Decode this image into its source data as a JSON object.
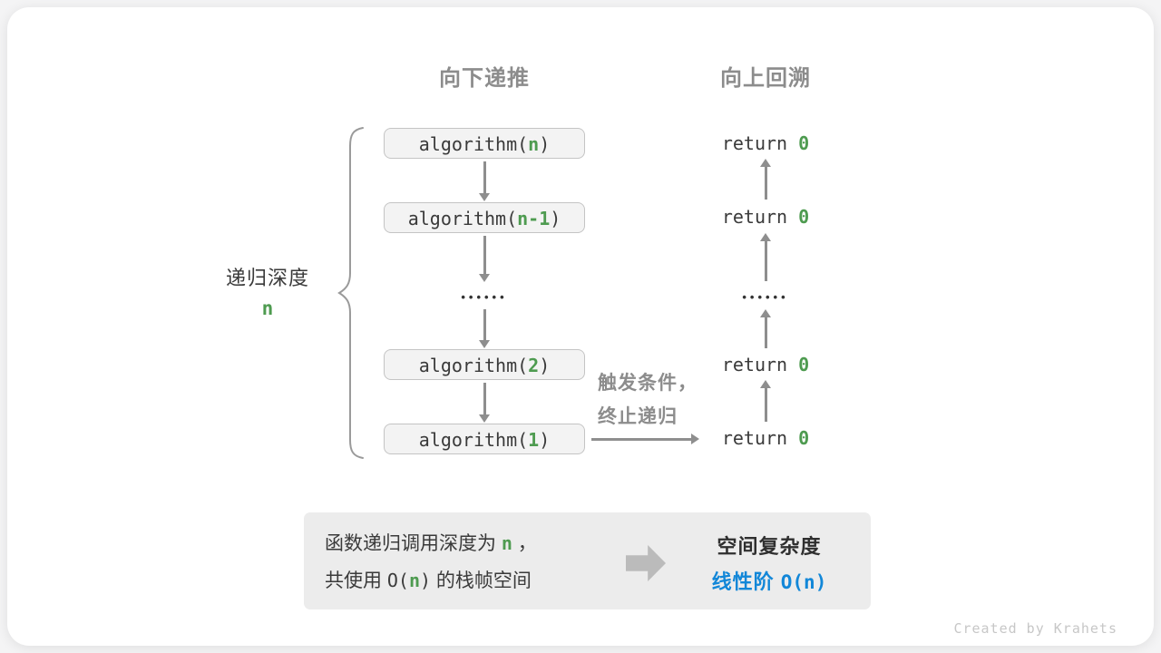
{
  "colors": {
    "green": "#4e9b50",
    "blue": "#1287d8",
    "gray_text": "#8c8c8c",
    "dark_text": "#3a3a3a",
    "box_bg": "#f3f3f3",
    "box_border": "#c4c4c4",
    "summary_bg": "#ececec"
  },
  "headers": {
    "down": "向下递推",
    "up": "向上回溯"
  },
  "depth_label": {
    "text": "递归深度",
    "value": "n"
  },
  "call_stack": {
    "frames": [
      {
        "pre": "algorithm(",
        "arg": "n",
        "post": ")"
      },
      {
        "pre": "algorithm(",
        "arg": "n-1",
        "post": ")"
      },
      {
        "pre": "algorithm(",
        "arg": "2",
        "post": ")"
      },
      {
        "pre": "algorithm(",
        "arg": "1",
        "post": ")"
      }
    ],
    "ellipsis": "••••••"
  },
  "returns": {
    "items": [
      {
        "pre": "return ",
        "val": "0"
      },
      {
        "pre": "return ",
        "val": "0"
      },
      {
        "pre": "return ",
        "val": "0"
      },
      {
        "pre": "return ",
        "val": "0"
      }
    ],
    "ellipsis": "••••••"
  },
  "base_case_note": {
    "line1": "触发条件，",
    "line2": "终止递归"
  },
  "summary": {
    "left": {
      "p1": "函数递归调用深度为 ",
      "n1": "n",
      "p2": " ，",
      "p3": "共使用 ",
      "o_open": "O(",
      "n2": "n",
      "o_close": ")",
      "p4": " 的栈帧空间"
    },
    "right": {
      "title": "空间复杂度",
      "label": "线性阶 ",
      "big_o": "O(n)"
    }
  },
  "credit": "Created by Krahets"
}
